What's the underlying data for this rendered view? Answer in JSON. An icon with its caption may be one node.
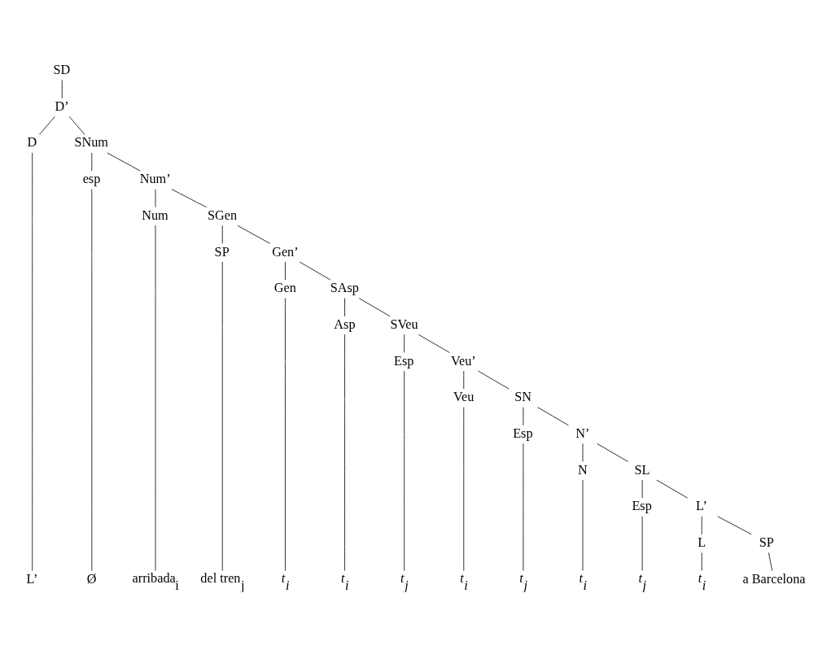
{
  "diagram": {
    "nodes": [
      {
        "text": [
          "SD"
        ]
      },
      {
        "text": [
          "D’"
        ]
      },
      {
        "text": [
          "D"
        ]
      },
      {
        "text": [
          "SNum"
        ]
      },
      {
        "text": [
          "esp"
        ]
      },
      {
        "text": [
          "Num’"
        ]
      },
      {
        "text": [
          "Num"
        ]
      },
      {
        "text": [
          "SGen"
        ]
      },
      {
        "text": [
          "SP"
        ]
      },
      {
        "text": [
          "Gen’"
        ]
      },
      {
        "text": [
          "Gen"
        ]
      },
      {
        "text": [
          "SAsp"
        ]
      },
      {
        "text": [
          "Asp"
        ]
      },
      {
        "text": [
          "SVeu"
        ]
      },
      {
        "text": [
          "Esp"
        ]
      },
      {
        "text": [
          "Veu’"
        ]
      },
      {
        "text": [
          "Veu"
        ]
      },
      {
        "text": [
          "SN"
        ]
      },
      {
        "text": [
          "Esp"
        ]
      },
      {
        "text": [
          "N’"
        ]
      },
      {
        "text": [
          "N"
        ]
      },
      {
        "text": [
          "SL"
        ]
      },
      {
        "text": [
          "Esp"
        ]
      },
      {
        "text": [
          "L’"
        ]
      },
      {
        "text": [
          "L"
        ]
      },
      {
        "text": [
          "SP"
        ]
      },
      {
        "text": [
          "L’"
        ]
      },
      {
        "text": [
          "Ø"
        ]
      },
      {
        "text": [
          "arribada$_{i}$"
        ]
      },
      {
        "text": [
          "del tren$_{j}$"
        ]
      },
      {
        "text": [
          "*t*$_{i}$"
        ]
      },
      {
        "text": [
          "*t*$_{i}$"
        ]
      },
      {
        "text": [
          "*t*$_{j}$"
        ]
      },
      {
        "text": [
          "*t*$_{i}$"
        ]
      },
      {
        "text": [
          "*t*$_{j}$"
        ]
      },
      {
        "text": [
          "*t*$_{i}$"
        ]
      },
      {
        "text": [
          "*t*$_{j}$"
        ]
      },
      {
        "text": [
          "*t*$_{i}$"
        ]
      },
      {
        "text": [
          "a Barcelona"
        ]
      }
    ],
    "edges": [
      {
        "from": 0,
        "to": 1,
        "arrow": "none"
      },
      {
        "from": 1,
        "to": 2,
        "arrow": "none"
      },
      {
        "from": 1,
        "to": 3,
        "arrow": "none"
      },
      {
        "from": 3,
        "to": 4,
        "arrow": "none"
      },
      {
        "from": 3,
        "to": 5,
        "arrow": "none"
      },
      {
        "from": 5,
        "to": 6,
        "arrow": "none"
      },
      {
        "from": 5,
        "to": 7,
        "arrow": "none"
      },
      {
        "from": 7,
        "to": 8,
        "arrow": "none"
      },
      {
        "from": 7,
        "to": 9,
        "arrow": "none"
      },
      {
        "from": 9,
        "to": 10,
        "arrow": "none"
      },
      {
        "from": 9,
        "to": 11,
        "arrow": "none"
      },
      {
        "from": 11,
        "to": 12,
        "arrow": "none"
      },
      {
        "from": 11,
        "to": 13,
        "arrow": "none"
      },
      {
        "from": 13,
        "to": 14,
        "arrow": "none"
      },
      {
        "from": 13,
        "to": 15,
        "arrow": "none"
      },
      {
        "from": 15,
        "to": 16,
        "arrow": "none"
      },
      {
        "from": 15,
        "to": 17,
        "arrow": "none"
      },
      {
        "from": 17,
        "to": 18,
        "arrow": "none"
      },
      {
        "from": 17,
        "to": 19,
        "arrow": "none"
      },
      {
        "from": 19,
        "to": 20,
        "arrow": "none"
      },
      {
        "from": 19,
        "to": 21,
        "arrow": "none"
      },
      {
        "from": 21,
        "to": 22,
        "arrow": "none"
      },
      {
        "from": 21,
        "to": 23,
        "arrow": "none"
      },
      {
        "from": 23,
        "to": 24,
        "arrow": "none"
      },
      {
        "from": 23,
        "to": 25,
        "arrow": "none"
      },
      {
        "from": 2,
        "to": 26,
        "arrow": "none"
      },
      {
        "from": 4,
        "to": 27,
        "arrow": "none"
      },
      {
        "from": 6,
        "to": 28,
        "arrow": "none"
      },
      {
        "from": 8,
        "to": 29,
        "arrow": "none"
      },
      {
        "from": 10,
        "to": 30,
        "arrow": "none"
      },
      {
        "from": 12,
        "to": 31,
        "arrow": "none"
      },
      {
        "from": 14,
        "to": 32,
        "arrow": "none"
      },
      {
        "from": 16,
        "to": 33,
        "arrow": "none"
      },
      {
        "from": 18,
        "to": 34,
        "arrow": "none"
      },
      {
        "from": 20,
        "to": 35,
        "arrow": "none"
      },
      {
        "from": 22,
        "to": 36,
        "arrow": "none"
      },
      {
        "from": 24,
        "to": 37,
        "arrow": "none"
      },
      {
        "from": 25,
        "to": 38,
        "arrow": "none"
      }
    ]
  }
}
